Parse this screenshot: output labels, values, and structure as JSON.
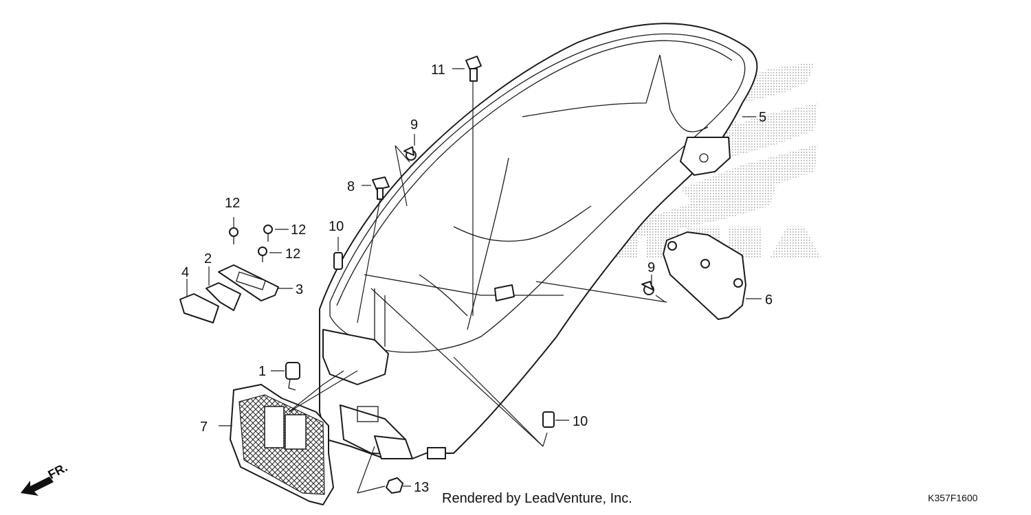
{
  "diagram": {
    "callouts": {
      "c1": "1",
      "c2": "2",
      "c3": "3",
      "c4": "4",
      "c5": "5",
      "c6": "6",
      "c7": "7",
      "c8": "8",
      "c9a": "9",
      "c9b": "9",
      "c10a": "10",
      "c10b": "10",
      "c11": "11",
      "c12a": "12",
      "c12b": "12",
      "c12c": "12",
      "c13": "13"
    },
    "front_label": "FR.",
    "watermark": "HONDA",
    "credit": "Rendered by LeadVenture, Inc.",
    "diagram_code": "K357F1600"
  }
}
